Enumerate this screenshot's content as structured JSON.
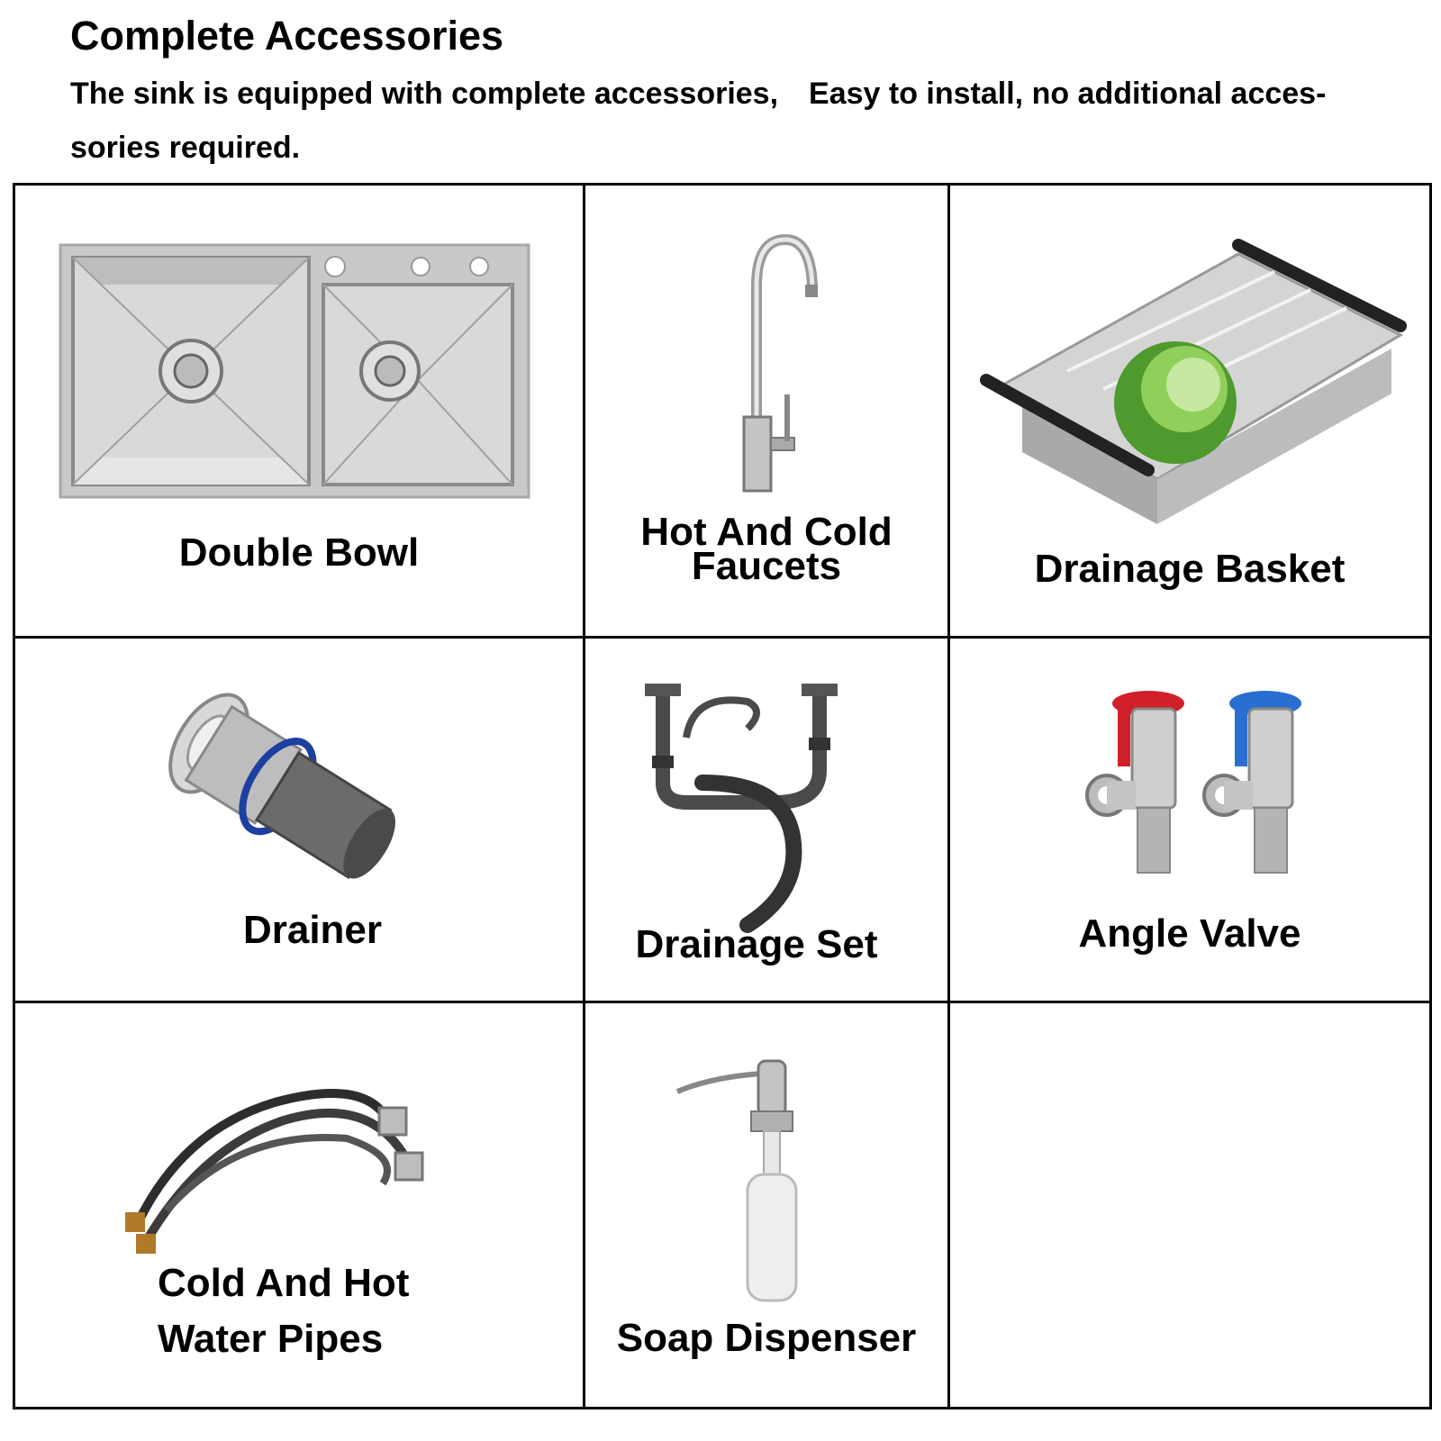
{
  "header": {
    "title": "Complete Accessories",
    "subtitle_line1": "The sink is equipped with complete accessories,　Easy to install, no additional acces-",
    "subtitle_line2": "sories required."
  },
  "items": [
    {
      "label": "Double Bowl",
      "icon": "double-bowl-sink-icon"
    },
    {
      "label_line1": "Hot And Cold",
      "label_line2": "Faucets",
      "icon": "faucet-icon"
    },
    {
      "label": "Drainage Basket",
      "icon": "drainage-basket-icon"
    },
    {
      "label": "Drainer",
      "icon": "drainer-icon"
    },
    {
      "label": "Drainage Set",
      "icon": "drainage-set-icon"
    },
    {
      "label": "Angle Valve",
      "icon": "angle-valve-icon"
    },
    {
      "label_line1": "Cold And Hot",
      "label_line2": "Water Pipes",
      "icon": "water-pipes-icon"
    },
    {
      "label": "Soap Dispenser",
      "icon": "soap-dispenser-icon"
    }
  ],
  "colors": {
    "border": "#000000",
    "steel": "#c8c8c8",
    "hot": "#d0202a",
    "cold": "#2a6fd0",
    "vegetable": "#5fae3a"
  }
}
